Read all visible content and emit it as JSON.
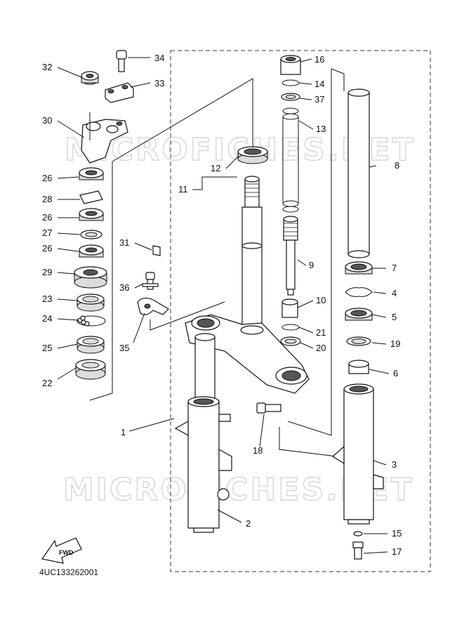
{
  "diagram_code": "4UC133262001",
  "watermark": "MICROFICHES.NET",
  "fwd_label": "FWD",
  "callouts": {
    "c1": "1",
    "c2": "2",
    "c3": "3",
    "c4": "4",
    "c5": "5",
    "c6": "6",
    "c7": "7",
    "c8": "8",
    "c9": "9",
    "c10": "10",
    "c11": "11",
    "c12": "12",
    "c13": "13",
    "c14": "14",
    "c15": "15",
    "c16": "16",
    "c17": "17",
    "c18": "18",
    "c19": "19",
    "c20": "20",
    "c21": "21",
    "c22": "22",
    "c23": "23",
    "c24": "24",
    "c25": "25",
    "c26a": "26",
    "c26b": "26",
    "c26c": "26",
    "c27": "27",
    "c28": "28",
    "c29": "29",
    "c30": "30",
    "c31": "31",
    "c32": "32",
    "c33": "33",
    "c34": "34",
    "c35": "35",
    "c36": "36",
    "c37": "37"
  }
}
